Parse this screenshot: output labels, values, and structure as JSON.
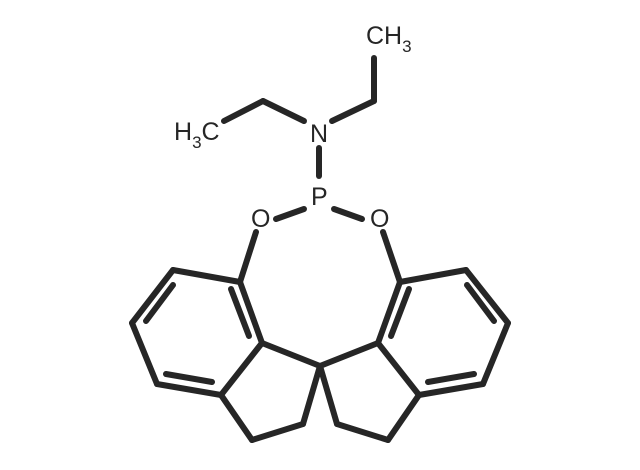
{
  "molecule": {
    "atoms": {
      "ch3_top": {
        "main": "CH",
        "sub": "3"
      },
      "ch3_left": {
        "pre": "H",
        "sub": "3",
        "post": "C"
      },
      "nitrogen": "N",
      "phosphorus": "P",
      "oxygen_left": "O",
      "oxygen_right": "O"
    }
  },
  "colors": {
    "bond": "#262626",
    "label": "#262626",
    "background": "#ffffff"
  }
}
